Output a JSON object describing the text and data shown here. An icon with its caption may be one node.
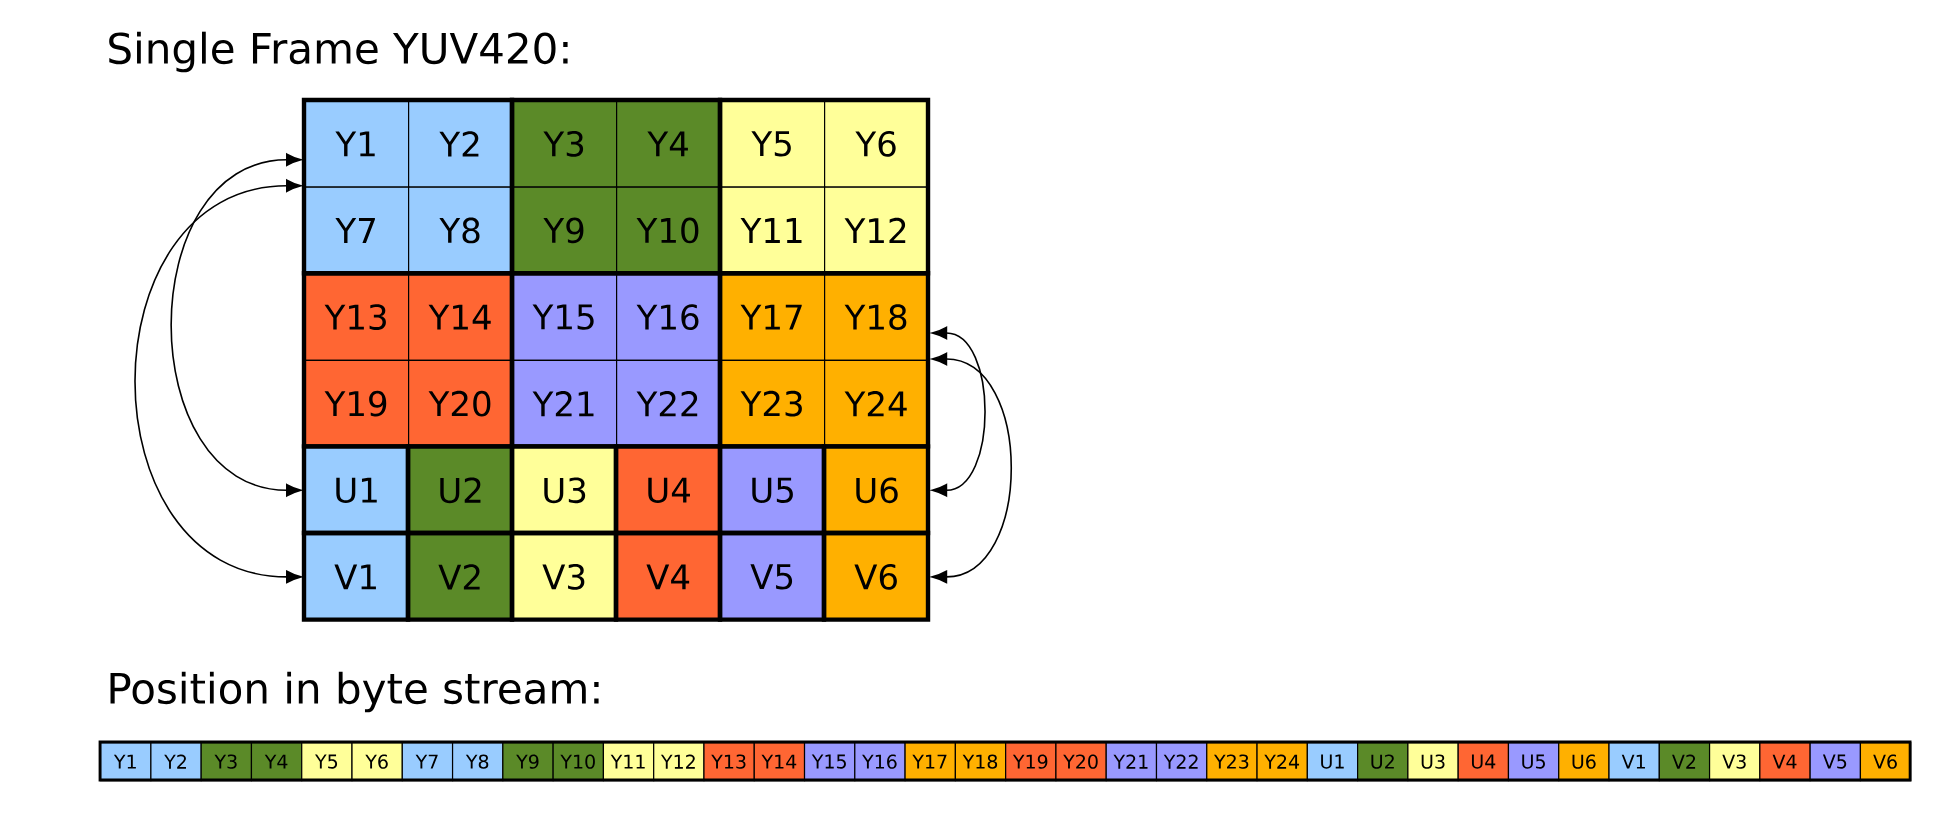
{
  "diagram": {
    "title": "Single Frame YUV420:",
    "nodes": [
      {
        "text": [
          "Y1"
        ]
      },
      {
        "text": [
          "Y2"
        ]
      },
      {
        "text": [
          "Y3"
        ]
      },
      {
        "text": [
          "Y4"
        ]
      },
      {
        "text": [
          "Y5"
        ]
      },
      {
        "text": [
          "Y6"
        ]
      },
      {
        "text": [
          "Y7"
        ]
      },
      {
        "text": [
          "Y8"
        ]
      },
      {
        "text": [
          "Y9"
        ]
      },
      {
        "text": [
          "Y10"
        ]
      },
      {
        "text": [
          "Y11"
        ]
      },
      {
        "text": [
          "Y12"
        ]
      },
      {
        "text": [
          "Y13"
        ]
      },
      {
        "text": [
          "Y14"
        ]
      },
      {
        "text": [
          "Y15"
        ]
      },
      {
        "text": [
          "Y16"
        ]
      },
      {
        "text": [
          "Y17"
        ]
      },
      {
        "text": [
          "Y18"
        ]
      },
      {
        "text": [
          "Y19"
        ]
      },
      {
        "text": [
          "Y20"
        ]
      },
      {
        "text": [
          "Y21"
        ]
      },
      {
        "text": [
          "Y22"
        ]
      },
      {
        "text": [
          "Y23"
        ]
      },
      {
        "text": [
          "Y24"
        ]
      },
      {
        "text": [
          "U1"
        ]
      },
      {
        "text": [
          "U2"
        ]
      },
      {
        "text": [
          "U3"
        ]
      },
      {
        "text": [
          "U4"
        ]
      },
      {
        "text": [
          "U5"
        ]
      },
      {
        "text": [
          "U6"
        ]
      },
      {
        "text": [
          "V1"
        ]
      },
      {
        "text": [
          "V2"
        ]
      },
      {
        "text": [
          "V3"
        ]
      },
      {
        "text": [
          "V4"
        ]
      },
      {
        "text": [
          "V5"
        ]
      },
      {
        "text": [
          "V6"
        ]
      },
      {
        "text": [
          "Y1"
        ]
      },
      {
        "text": [
          "Y2"
        ]
      },
      {
        "text": [
          "Y3"
        ]
      },
      {
        "text": [
          "Y4"
        ]
      },
      {
        "text": [
          "Y5"
        ]
      },
      {
        "text": [
          "Y6"
        ]
      },
      {
        "text": [
          "Y7"
        ]
      },
      {
        "text": [
          "Y8"
        ]
      },
      {
        "text": [
          "Y9"
        ]
      },
      {
        "text": [
          "Y10"
        ]
      },
      {
        "text": [
          "Y11"
        ]
      },
      {
        "text": [
          "Y12"
        ]
      },
      {
        "text": [
          "Y13"
        ]
      },
      {
        "text": [
          "Y14"
        ]
      },
      {
        "text": [
          "Y15"
        ]
      },
      {
        "text": [
          "Y16"
        ]
      },
      {
        "text": [
          "Y17"
        ]
      },
      {
        "text": [
          "Y18"
        ]
      },
      {
        "text": [
          "Y19"
        ]
      },
      {
        "text": [
          "Y20"
        ]
      },
      {
        "text": [
          "Y21"
        ]
      },
      {
        "text": [
          "Y22"
        ]
      },
      {
        "text": [
          "Y23"
        ]
      },
      {
        "text": [
          "Y24"
        ]
      },
      {
        "text": [
          "U1"
        ]
      },
      {
        "text": [
          "U2"
        ]
      },
      {
        "text": [
          "U3"
        ]
      },
      {
        "text": [
          "U4"
        ]
      },
      {
        "text": [
          "U5"
        ]
      },
      {
        "text": [
          "U6"
        ]
      },
      {
        "text": [
          "V1"
        ]
      },
      {
        "text": [
          "V2"
        ]
      },
      {
        "text": [
          "V3"
        ]
      },
      {
        "text": [
          "V4"
        ]
      },
      {
        "text": [
          "V5"
        ]
      },
      {
        "text": [
          "V6"
        ]
      }
    ],
    "edges": [
      {
        "from": 24,
        "to": 0,
        "arrow": "both"
      },
      {
        "from": 30,
        "to": 0,
        "arrow": "both"
      },
      {
        "from": 29,
        "to": 17,
        "arrow": "both"
      },
      {
        "from": 35,
        "to": 17,
        "arrow": "both"
      }
    ],
    "labels": [
      "Position in byte stream:"
    ]
  }
}
